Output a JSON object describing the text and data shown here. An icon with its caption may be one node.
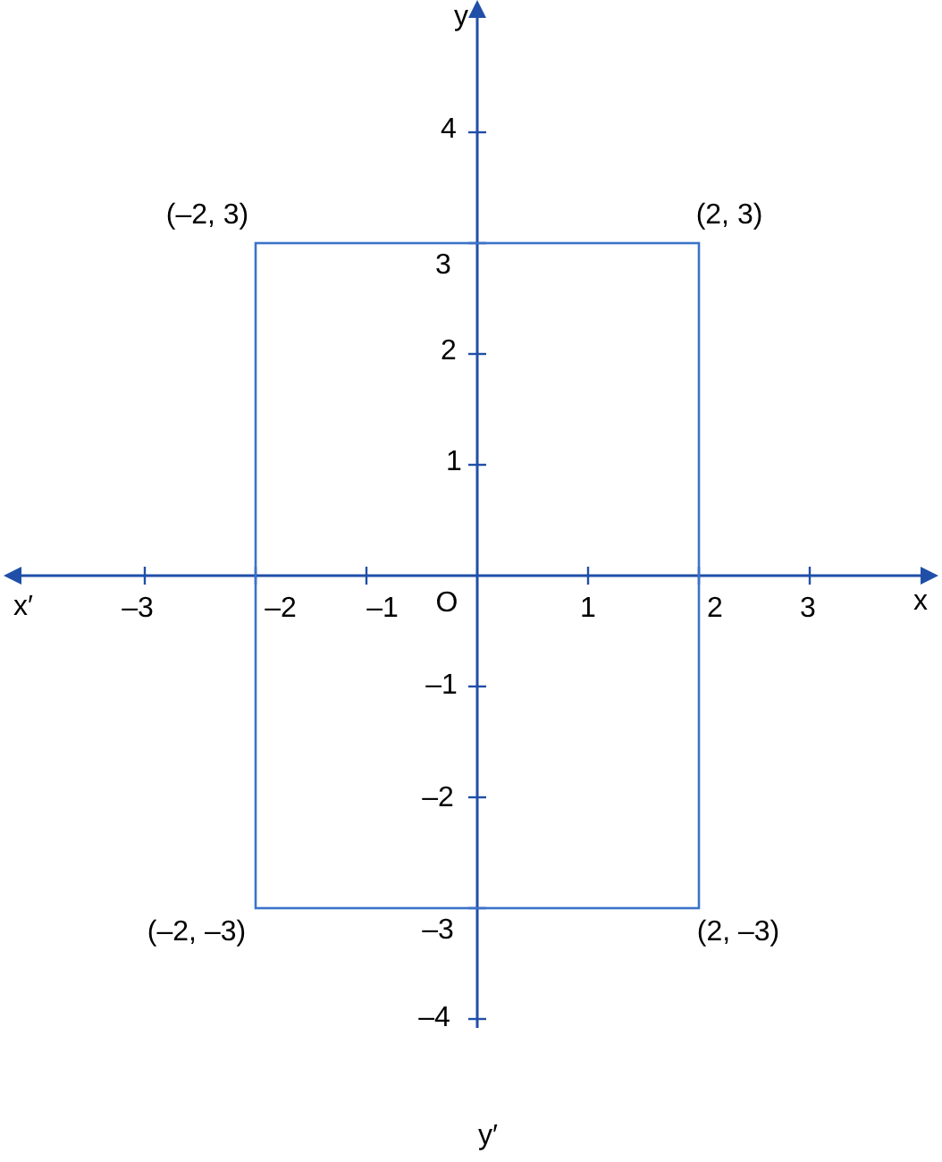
{
  "diagram": {
    "labels": [
      "y",
      "4",
      "(–2, 3)",
      "3",
      "(2, 3)",
      "2",
      "1",
      "x′",
      "–3",
      "–2",
      "–1",
      "O",
      "1",
      "2",
      "3",
      "x",
      "–1",
      "–2",
      "(–2, –3)",
      "–3",
      "(2, –3)",
      "–4",
      "y′"
    ]
  }
}
